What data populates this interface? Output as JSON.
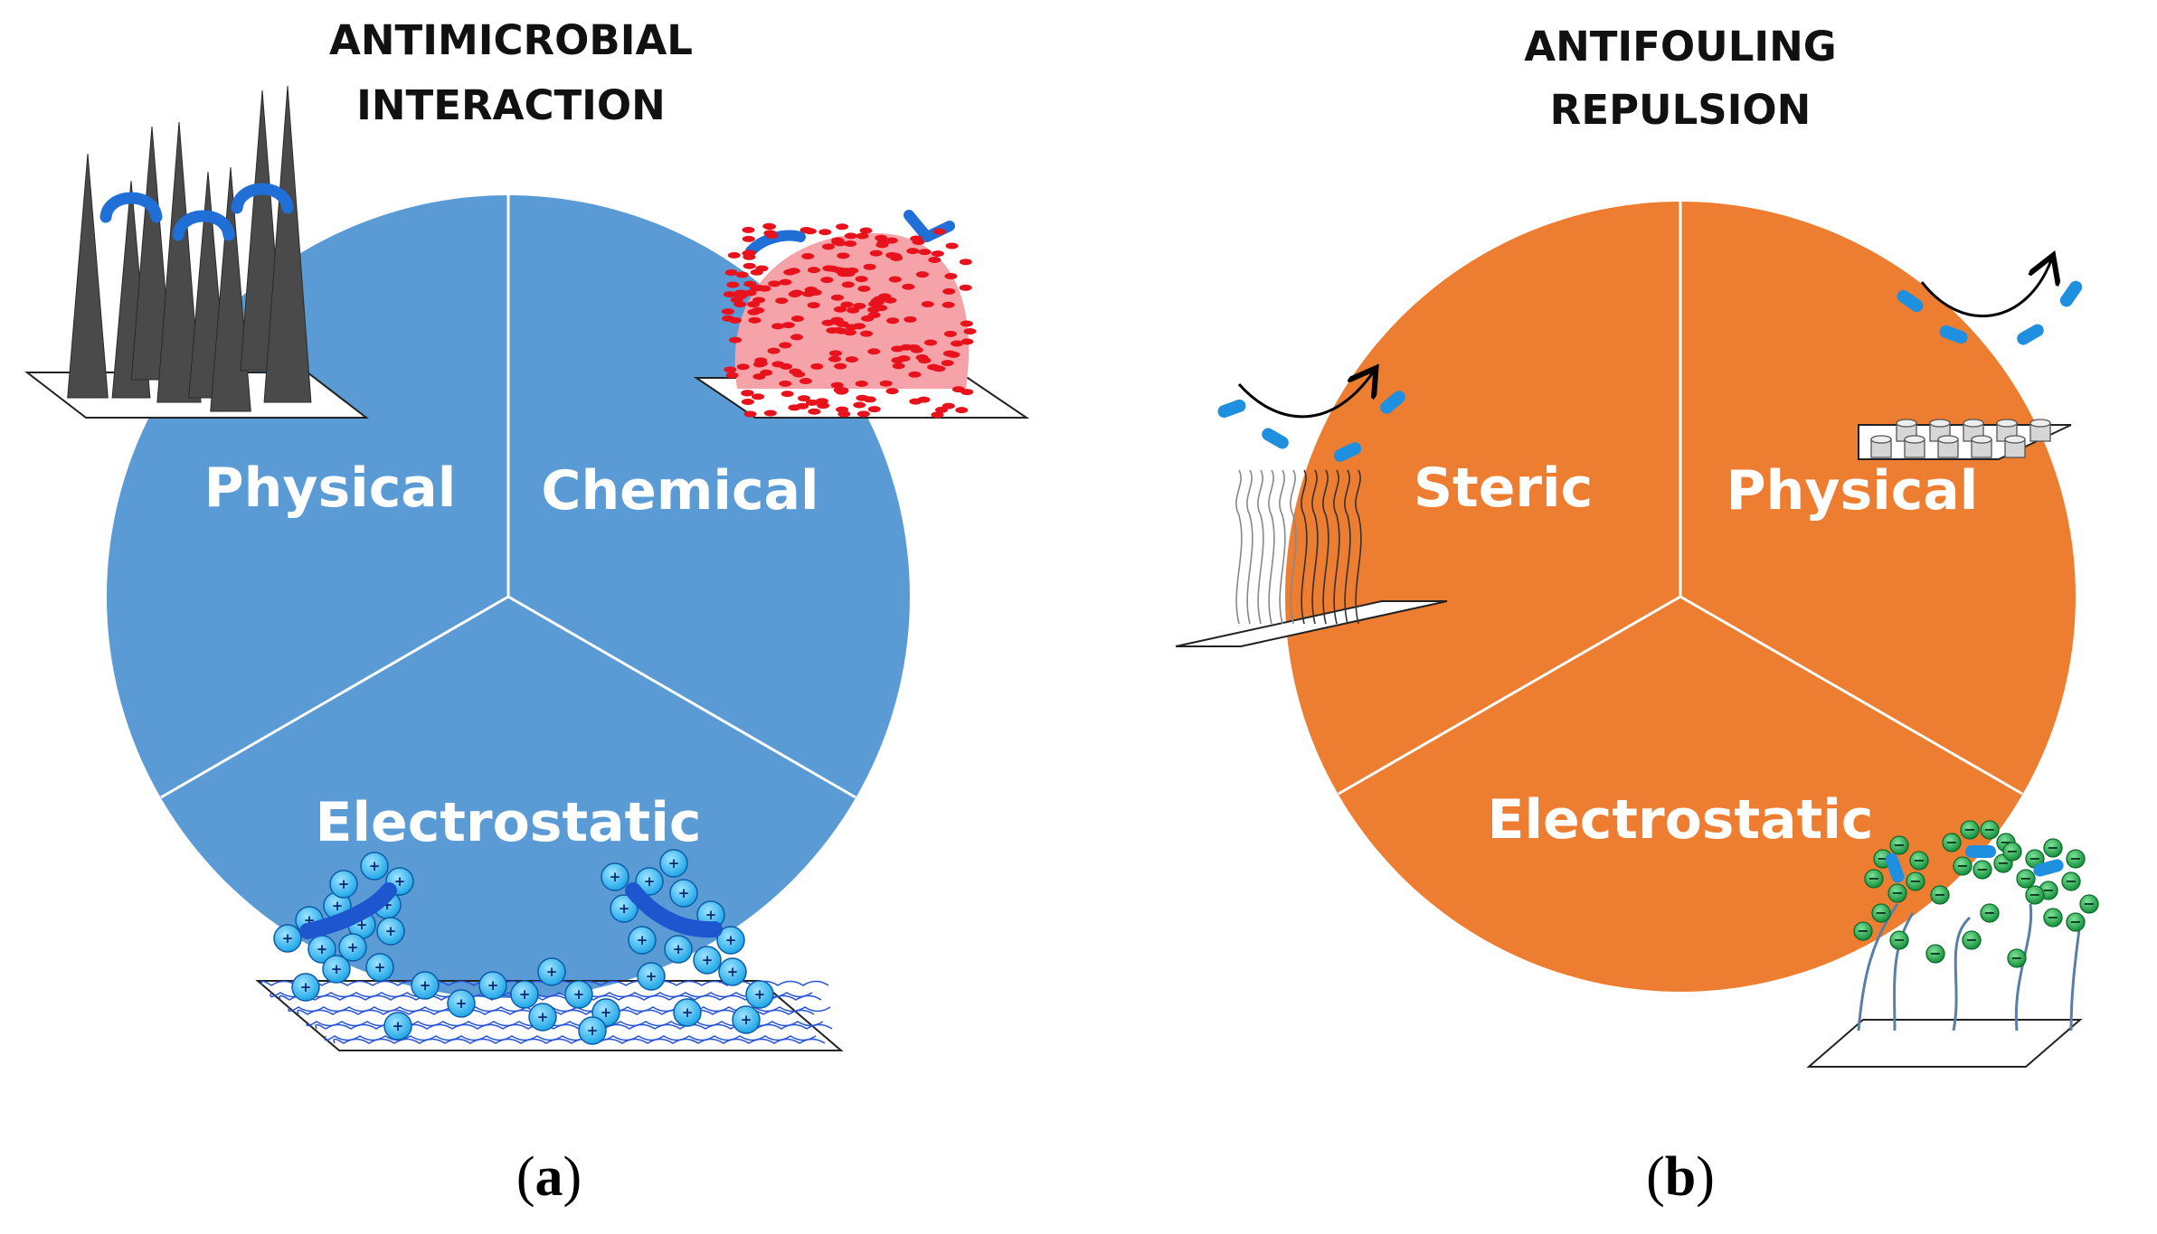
{
  "colors": {
    "panel_a": "#5b9bd5",
    "panel_b": "#ed7d31",
    "bacteria": "#1f6fd6",
    "chemical_cloud": "#f5a3a8",
    "chemical_dots": "#e8121c",
    "cation": "#29b6f6",
    "anion": "#1fa84a"
  },
  "panel_a": {
    "title_line1": "ANTIMICROBIAL",
    "title_line2": "INTERACTION",
    "segments": [
      "Physical",
      "Chemical",
      "Electrostatic"
    ],
    "caption_open": "(",
    "caption_letter": "a",
    "caption_close": ")",
    "icons": [
      "nanospike-surface-icon",
      "chemical-release-icon",
      "cationic-network-icon"
    ],
    "cation_sign": "+"
  },
  "panel_b": {
    "title_line1": "ANTIFOULING",
    "title_line2": "REPULSION",
    "segments": [
      "Steric",
      "Physical",
      "Electrostatic"
    ],
    "caption_open": "(",
    "caption_letter": "b",
    "caption_close": ")",
    "icons": [
      "polymer-brush-icon",
      "micropillar-surface-icon",
      "anionic-brush-icon"
    ],
    "anion_sign": "−"
  }
}
